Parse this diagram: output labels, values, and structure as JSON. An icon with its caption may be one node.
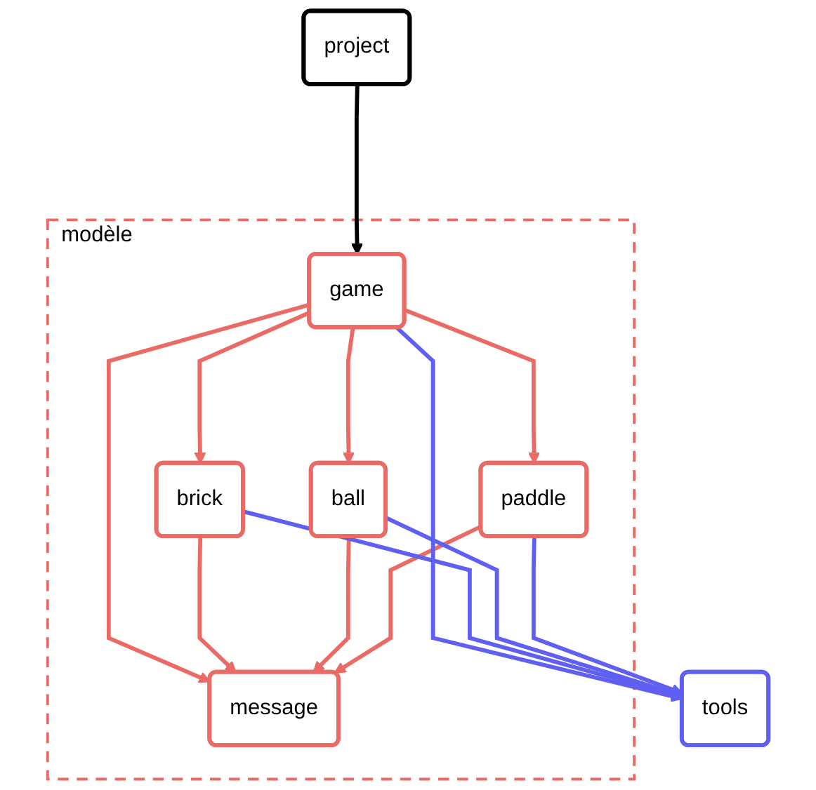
{
  "diagram": {
    "nodes": [
      {
        "text": [
          "project"
        ]
      },
      {
        "text": [
          "modèle"
        ]
      },
      {
        "text": [
          "game"
        ],
        "in": 1
      },
      {
        "text": [
          "brick"
        ],
        "in": 1
      },
      {
        "text": [
          "ball"
        ],
        "in": 1
      },
      {
        "text": [
          "paddle"
        ],
        "in": 1
      },
      {
        "text": [
          "message"
        ],
        "in": 1
      },
      {
        "text": [
          "tools"
        ]
      }
    ],
    "edges": [
      {
        "from": 0,
        "to": 2,
        "arrow": "to",
        "color": "#000000"
      },
      {
        "from": 2,
        "to": 3,
        "arrow": "to"
      },
      {
        "from": 2,
        "to": 4,
        "arrow": "to"
      },
      {
        "from": 2,
        "to": 5,
        "arrow": "to"
      },
      {
        "from": 2,
        "to": 6,
        "arrow": "to"
      },
      {
        "from": 3,
        "to": 6,
        "arrow": "to"
      },
      {
        "from": 4,
        "to": 6,
        "arrow": "to"
      },
      {
        "from": 5,
        "to": 6,
        "arrow": "to"
      },
      {
        "from": 2,
        "to": 7,
        "arrow": "to",
        "color": "#5f5ff2"
      },
      {
        "from": 3,
        "to": 7,
        "arrow": "to",
        "color": "#5f5ff2"
      },
      {
        "from": 4,
        "to": 7,
        "arrow": "to",
        "color": "#5f5ff2"
      },
      {
        "from": 5,
        "to": 7,
        "arrow": "to",
        "color": "#5f5ff2"
      }
    ]
  }
}
